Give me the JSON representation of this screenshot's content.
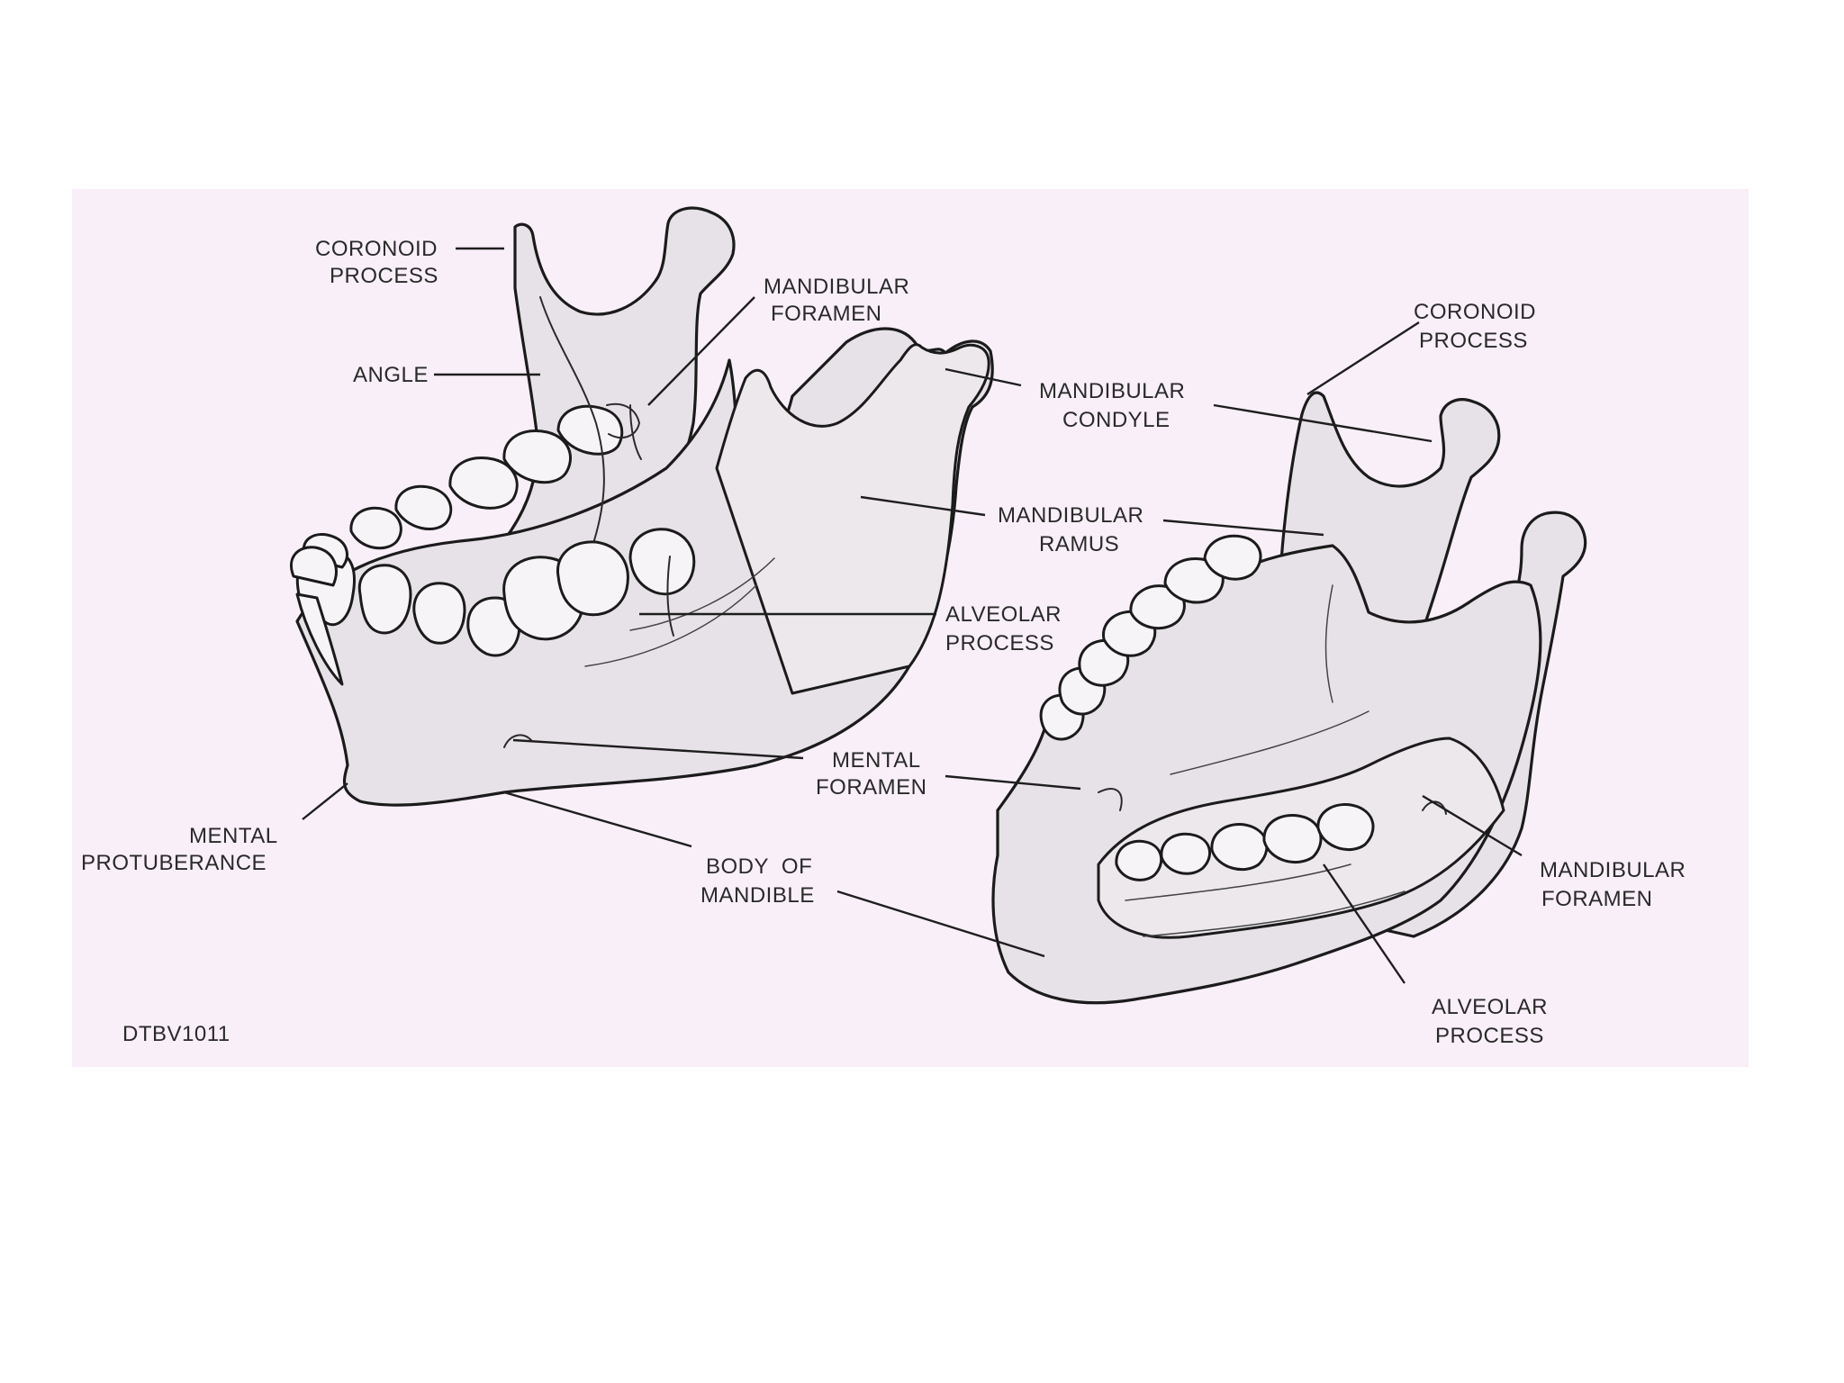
{
  "colors": {
    "page_background": "#ffffff",
    "panel_background": "#f8eff8",
    "bone_fill": "#e7e2e7",
    "outline": "#1b1b1b",
    "label_text": "#2a2a2a"
  },
  "figure_code": "DTBV1011",
  "left_view": {
    "labels": {
      "coronoid_process": [
        "CORONOID",
        "PROCESS"
      ],
      "mandibular_foramen": [
        "MANDIBULAR",
        "FORAMEN"
      ],
      "angle": [
        "ANGLE"
      ],
      "mandibular_condyle": [
        "MANDIBULAR",
        "CONDYLE"
      ],
      "mandibular_ramus": [
        "MANDIBULAR",
        "RAMUS"
      ],
      "alveolar_process": [
        "ALVEOLAR",
        "PROCESS"
      ],
      "mental_foramen": [
        "MENTAL",
        "FORAMEN"
      ],
      "mental_protuberance": [
        "MENTAL",
        "PROTUBERANCE"
      ],
      "body_of_mandible": [
        "BODY  OF",
        "MANDIBLE"
      ]
    }
  },
  "right_view": {
    "labels": {
      "coronoid_process": [
        "CORONOID",
        "PROCESS"
      ],
      "mandibular_foramen": [
        "MANDIBULAR",
        "FORAMEN"
      ],
      "alveolar_process": [
        "ALVEOLAR",
        "PROCESS"
      ]
    }
  }
}
